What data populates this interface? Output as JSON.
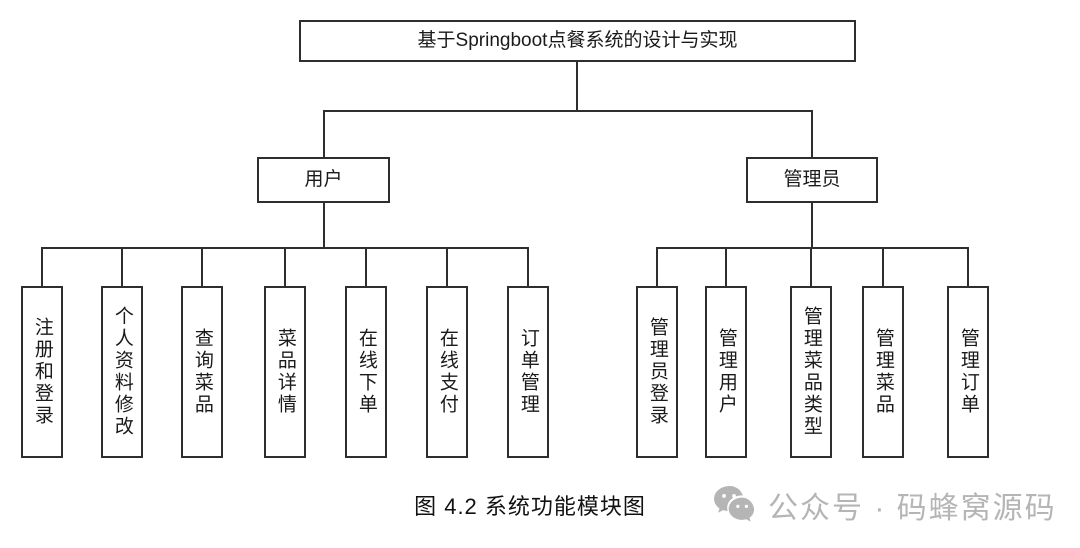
{
  "diagram": {
    "root": {
      "label": "基于Springboot点餐系统的设计与实现"
    },
    "branches": [
      {
        "label": "用户",
        "children": [
          "注册和登录",
          "个人资料修改",
          "查询菜品",
          "菜品详情",
          "在线下单",
          "在线支付",
          "订单管理"
        ]
      },
      {
        "label": "管理员",
        "children": [
          "管理员登录",
          "管理用户",
          "管理菜品类型",
          "管理菜品",
          "管理订单"
        ]
      }
    ]
  },
  "caption": "图 4.2 系统功能模块图",
  "watermark": {
    "icon": "wechat-icon",
    "text": "公众号 · 码蜂窝源码",
    "color": "#b5b5b5"
  },
  "colors": {
    "line": "#2e2e2e",
    "box_background": "#ffffff",
    "text": "#1a1a1a"
  }
}
